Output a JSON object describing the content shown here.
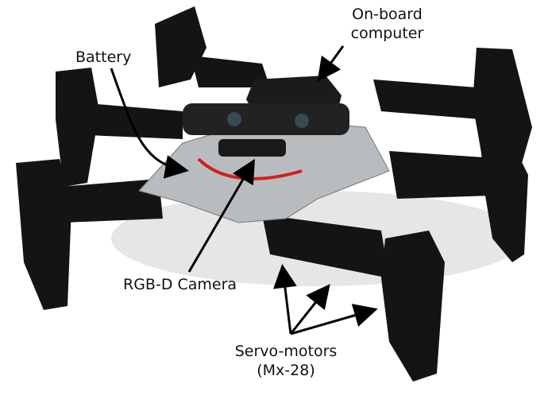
{
  "labels": {
    "computer": [
      "On-board",
      "computer"
    ],
    "battery": "Battery",
    "camera": "RGB-D Camera",
    "servos": [
      "Servo-motors",
      "(Mx-28)"
    ]
  },
  "colors": {
    "frame": "#121212",
    "plate": "#b9bcbf",
    "cable": "#d21f1f",
    "arrow": "#000000"
  }
}
